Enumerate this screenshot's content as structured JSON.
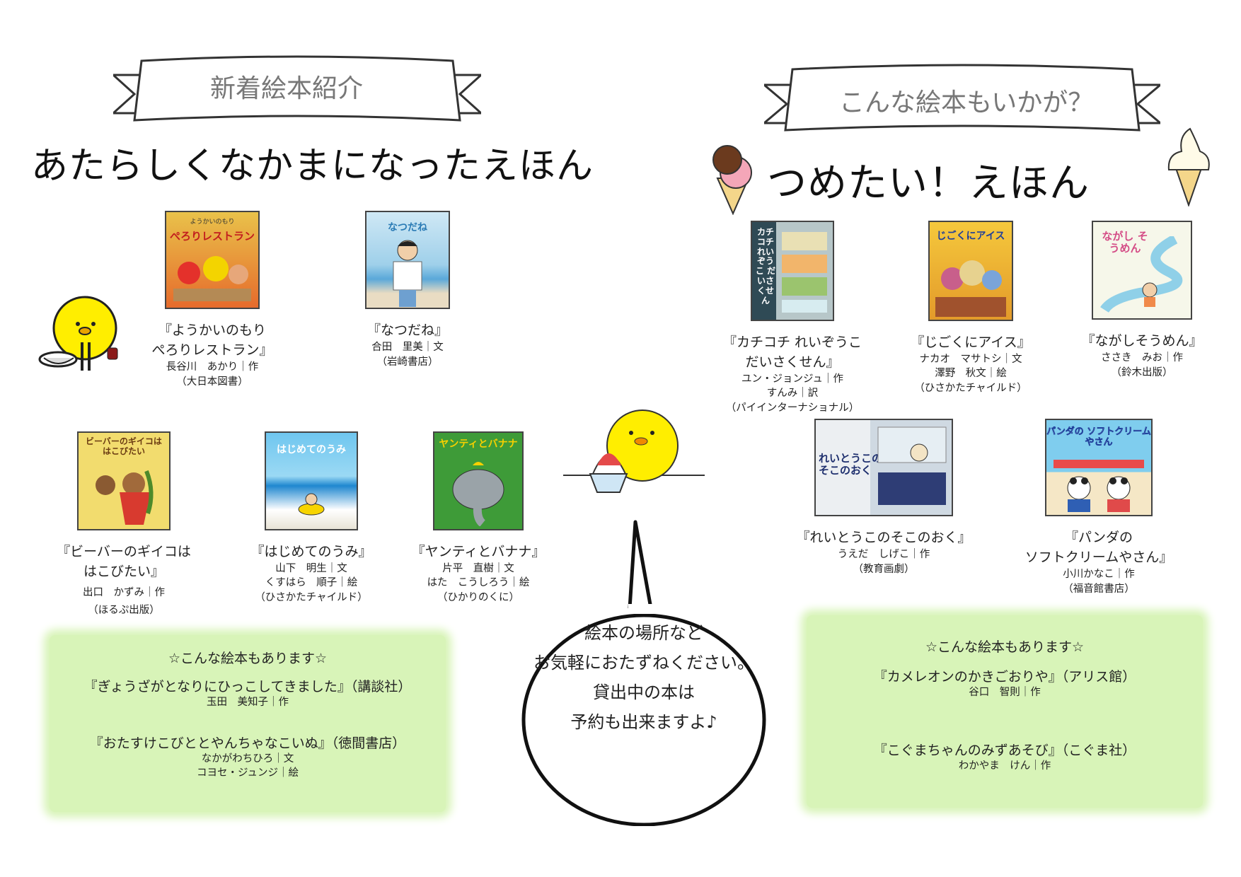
{
  "left": {
    "ribbon_label": "新着絵本紹介",
    "headline": "あたらしくなかまになったえほん",
    "books": [
      {
        "title": "『ようかいのもり\nぺろりレストラン』",
        "credits": [
          "長谷川　あかり｜作"
        ],
        "publisher": "（大日本図書）",
        "cover_title": "ぺろりレストラン",
        "cover_top": "ようかいのもり"
      },
      {
        "title": "『なつだね』",
        "credits": [
          "合田　里美｜文"
        ],
        "publisher": "（岩崎書店）",
        "cover_title": "なつだね"
      },
      {
        "title": "『ビーバーのギイコは\nはこびたい』",
        "credits": [
          "出口　かずみ｜作"
        ],
        "publisher": "（ほるぷ出版）",
        "cover_title": "ビーバーのギイコは はこびたい"
      },
      {
        "title": "『はじめてのうみ』",
        "credits": [
          "山下　明生｜文",
          "くすはら　順子｜絵"
        ],
        "publisher": "（ひさかたチャイルド）",
        "cover_title": "はじめてのうみ"
      },
      {
        "title": "『ヤンティとバナナ』",
        "credits": [
          "片平　直樹｜文",
          "はた　こうしろう｜絵"
        ],
        "publisher": "（ひかりのくに）",
        "cover_title": "ヤンティとバナナ"
      }
    ],
    "also": {
      "heading": "☆こんな絵本もあります☆",
      "items": [
        {
          "title": "『ぎょうざがとなりにひっこしてきました』（講談社）",
          "credits": [
            "玉田　美知子｜作"
          ]
        },
        {
          "title": "『おたすけこびととやんちゃなこいぬ』（徳間書店）",
          "credits": [
            "なかがわちひろ｜文",
            "コヨセ・ジュンジ｜絵"
          ]
        }
      ]
    }
  },
  "right": {
    "ribbon_label": "こんな絵本もいかが？",
    "headline": "つめたい！えほん",
    "books": [
      {
        "title": "『カチコチ れいぞうこ\nだいさくせん』",
        "credits": [
          "ユン・ジョンジュ｜作",
          "すんみ｜訳"
        ],
        "publisher": "（パイインターナショナル）",
        "cover_title": "カチコチ れいぞうこ だいさくせん"
      },
      {
        "title": "『じごくにアイス』",
        "credits": [
          "ナカオ　マサトシ｜文",
          "澤野　秋文｜絵"
        ],
        "publisher": "（ひさかたチャイルド）",
        "cover_title": "じごくにアイス"
      },
      {
        "title": "『ながしそうめん』",
        "credits": [
          "ささき　みお｜作"
        ],
        "publisher": "（鈴木出版）",
        "cover_title": "ながし そうめん"
      },
      {
        "title": "『れいとうこのそこのおく』",
        "credits": [
          "うえだ　しげこ｜作"
        ],
        "publisher": "（教育画劇）",
        "cover_title": "れいとうこの そこのおく"
      },
      {
        "title": "『パンダの\nソフトクリームやさん』",
        "credits": [
          "小川かなこ｜作"
        ],
        "publisher": "（福音館書店）",
        "cover_title": "パンダの ソフトクリームやさん"
      }
    ],
    "also": {
      "heading": "☆こんな絵本もあります☆",
      "items": [
        {
          "title": "『カメレオンのかきごおりや』（アリス館）",
          "credits": [
            "谷口　智則｜作"
          ]
        },
        {
          "title": "『こぐまちゃんのみずあそび』（こぐま社）",
          "credits": [
            "わかやま　けん｜作"
          ]
        }
      ]
    }
  },
  "bubble": {
    "lines": [
      "絵本の場所など",
      "お気軽におたずねください。",
      "貸出中の本は",
      "予約も出来ますよ♪"
    ]
  },
  "colors": {
    "green_box": "#d8f4b8",
    "chick_yellow": "#ffee00",
    "ribbon_text": "#777777"
  }
}
